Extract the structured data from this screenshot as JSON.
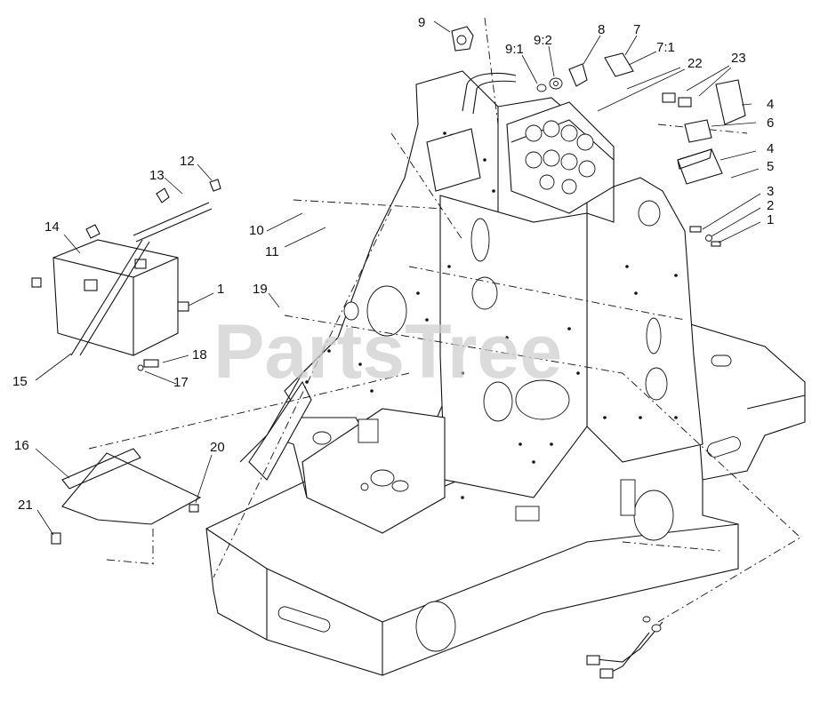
{
  "watermark": "PartsTree",
  "callouts": [
    "9",
    "9:1",
    "9:2",
    "8",
    "7",
    "7:1",
    "22",
    "23",
    "4",
    "6",
    "4",
    "5",
    "3",
    "2",
    "1",
    "12",
    "13",
    "14",
    "10",
    "11",
    "1",
    "19",
    "18",
    "15",
    "17",
    "16",
    "20",
    "21"
  ]
}
